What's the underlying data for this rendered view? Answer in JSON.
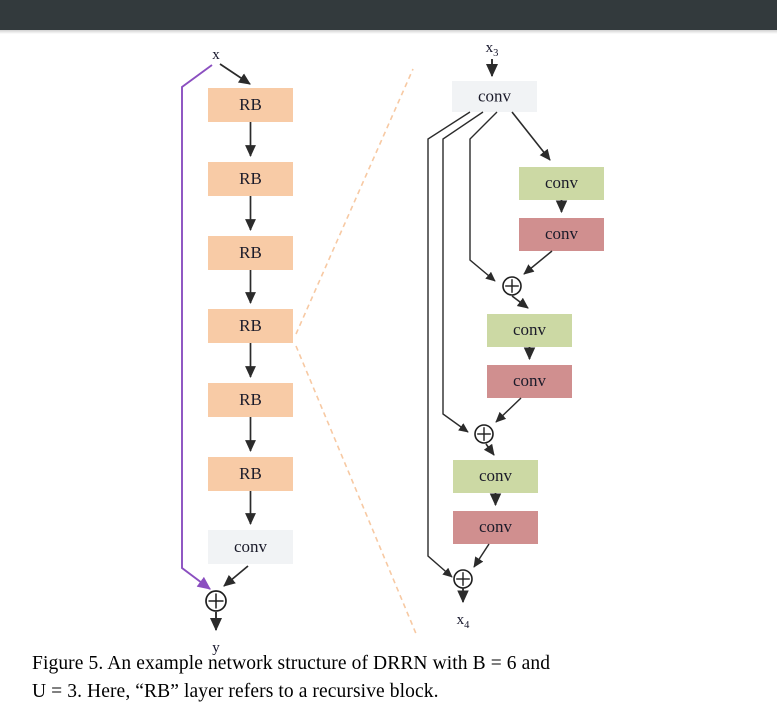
{
  "figure": {
    "caption_line1": "Figure 5. An example network structure of DRRN with B = 6 and",
    "caption_line2": "U = 3. Here, “RB” layer refers to a recursive block.",
    "caption_full": "Figure 5. An example network structure of DRRN with B = 6 and U = 3. Here, “RB” layer refers to a recursive block."
  },
  "colors": {
    "rb_fill": "#f8cba6",
    "conv_gray_fill": "#f1f3f5",
    "conv_green_fill": "#ccd9a4",
    "conv_red_fill": "#d08f8f",
    "arrow": "#2b2b2b",
    "skip_purple": "#8b4fc0",
    "zoom_dash": "#f7c9a3",
    "plus_ring": "#1f1f1f",
    "topbar": "#333a3d"
  },
  "left_panel": {
    "input_label": "x",
    "output_label": "y",
    "blocks": [
      {
        "label": "RB",
        "type": "rb"
      },
      {
        "label": "RB",
        "type": "rb"
      },
      {
        "label": "RB",
        "type": "rb"
      },
      {
        "label": "RB",
        "type": "rb"
      },
      {
        "label": "RB",
        "type": "rb"
      },
      {
        "label": "RB",
        "type": "rb"
      },
      {
        "label": "conv",
        "type": "conv-gray"
      }
    ],
    "sum_symbol": "⊕"
  },
  "right_panel": {
    "input_label": "x",
    "input_sub": "3",
    "output_label": "x",
    "output_sub": "4",
    "head_block": {
      "label": "conv",
      "type": "conv-gray"
    },
    "units": [
      {
        "index": 1,
        "green": {
          "label": "conv",
          "type": "conv-green"
        },
        "red": {
          "label": "conv",
          "type": "conv-red"
        },
        "sum_symbol": "⊕"
      },
      {
        "index": 2,
        "green": {
          "label": "conv",
          "type": "conv-green"
        },
        "red": {
          "label": "conv",
          "type": "conv-red"
        },
        "sum_symbol": "⊕"
      },
      {
        "index": 3,
        "green": {
          "label": "conv",
          "type": "conv-green"
        },
        "red": {
          "label": "conv",
          "type": "conv-red"
        },
        "sum_symbol": "⊕"
      }
    ]
  }
}
